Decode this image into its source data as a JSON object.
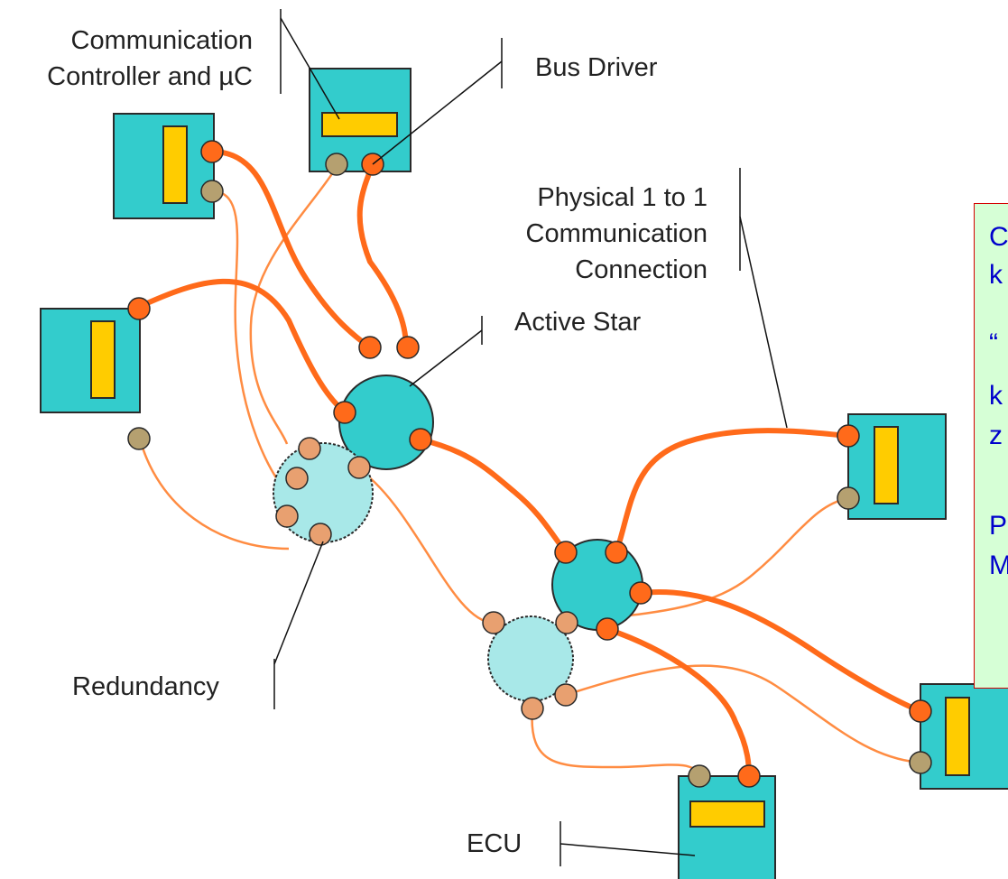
{
  "labels": {
    "comm_controller_line1": "Communication",
    "comm_controller_line2": "Controller and µC",
    "bus_driver": "Bus Driver",
    "physical_line1": "Physical 1 to 1",
    "physical_line2": "Communication",
    "physical_line3": "Connection",
    "active_star": "Active Star",
    "redundancy": "Redundancy",
    "ecu": "ECU"
  },
  "note_fragments": [
    "C",
    "k",
    "“",
    "k",
    "z",
    "P",
    "M"
  ],
  "colors": {
    "ecu_fill": "#33cccc",
    "controller_fill": "#ffcc00",
    "active_star_fill": "#33cccc",
    "redundancy_fill": "#a8e8e8",
    "primary_cable": "#ff6a1a",
    "redundant_cable": "#ff8c42",
    "connector_active": "#ff6a1a",
    "connector_passive": "#b5a070",
    "note_background": "#d6ffd6",
    "note_border": "#d40000",
    "note_text": "#0000cc"
  }
}
